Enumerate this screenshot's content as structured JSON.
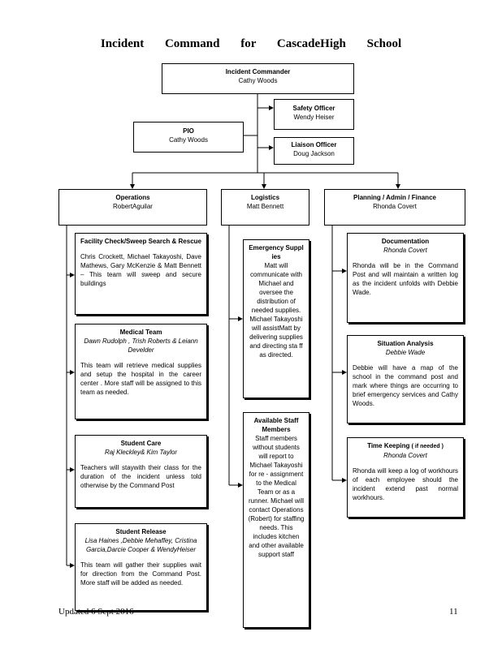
{
  "title": "Incident Command for CascadeHigh School",
  "commander": {
    "role": "Incident Commander",
    "name": "Cathy Woods"
  },
  "safety": {
    "role": "Safety Officer",
    "name": "Wendy Heiser"
  },
  "pio": {
    "role": "PIO",
    "name": "Cathy Woods"
  },
  "liaison": {
    "role": "Liaison Officer",
    "name": "Doug Jackson"
  },
  "operations": {
    "role": "Operations",
    "name": "RobertAguilar"
  },
  "logistics": {
    "role": "Logistics",
    "name": "Matt Bennett"
  },
  "planning": {
    "role": "Planning / Admin / Finance",
    "name": "Rhonda Covert"
  },
  "facility": {
    "role": "Facility Check/Sweep Search & Rescue",
    "body": "Chris Crockett, Michael Takayoshi, Dave Mathews, Gary McKenzie & Matt Bennett – This team will sweep and secure buildings"
  },
  "medical": {
    "role": "Medical Team",
    "names": "Dawn Rudolph , Trish Roberts & Leiann Develder",
    "body": "This team will retrieve medical supplies and setup the hospital in the career center . More staff will be assigned to this team as needed."
  },
  "care": {
    "role": "Student Care",
    "names": "Raj Kleckley& Kim Taylor",
    "body": "Teachers will staywith their class for the duration of the incident unless told otherwise by the Command Post"
  },
  "release": {
    "role": "Student Release",
    "names": "Lisa Haines ,Debbie Mehaffey, Cristina Garcia,Darcie Cooper & WendyHeiser",
    "body": "This team will gather their supplies wait for direction from the Command Post. More staff will be added as needed."
  },
  "supplies": {
    "role": "Emergency Suppl ies",
    "body": "Matt will communicate with Michael and oversee the distribution of needed supplies. Michael Takayoshi will assistMatt by delivering supplies and directing sta ff as directed."
  },
  "available": {
    "role": "Available Staff Members",
    "body": "Staff members without students will report to Michael Takayoshi for re - assignment to the Medical Team or as a runner. Michael will contact Operations (Robert) for staffing needs. This includes kitchen and other available support staff"
  },
  "documentation": {
    "role": "Documentation",
    "names": "Rhonda Covert",
    "body": "Rhonda will be in the Command Post and will maintain a written log as the incident unfolds with Debbie Wade."
  },
  "situation": {
    "role": "Situation Analysis",
    "names": "Debbie Wade",
    "body": "Debbie will have a map of the school in the command post and mark where things are occurring to brief emergency services and Cathy Woods."
  },
  "timekeeping": {
    "role": "Time Keeping",
    "role_note": "( if needed )",
    "names": "Rhonda Covert",
    "body": "Rhonda will keep a log of workhours of each employee should the incident extend past normal workhours."
  },
  "footer": {
    "updated": "Updated 6 Sept 2016",
    "page": "11"
  }
}
